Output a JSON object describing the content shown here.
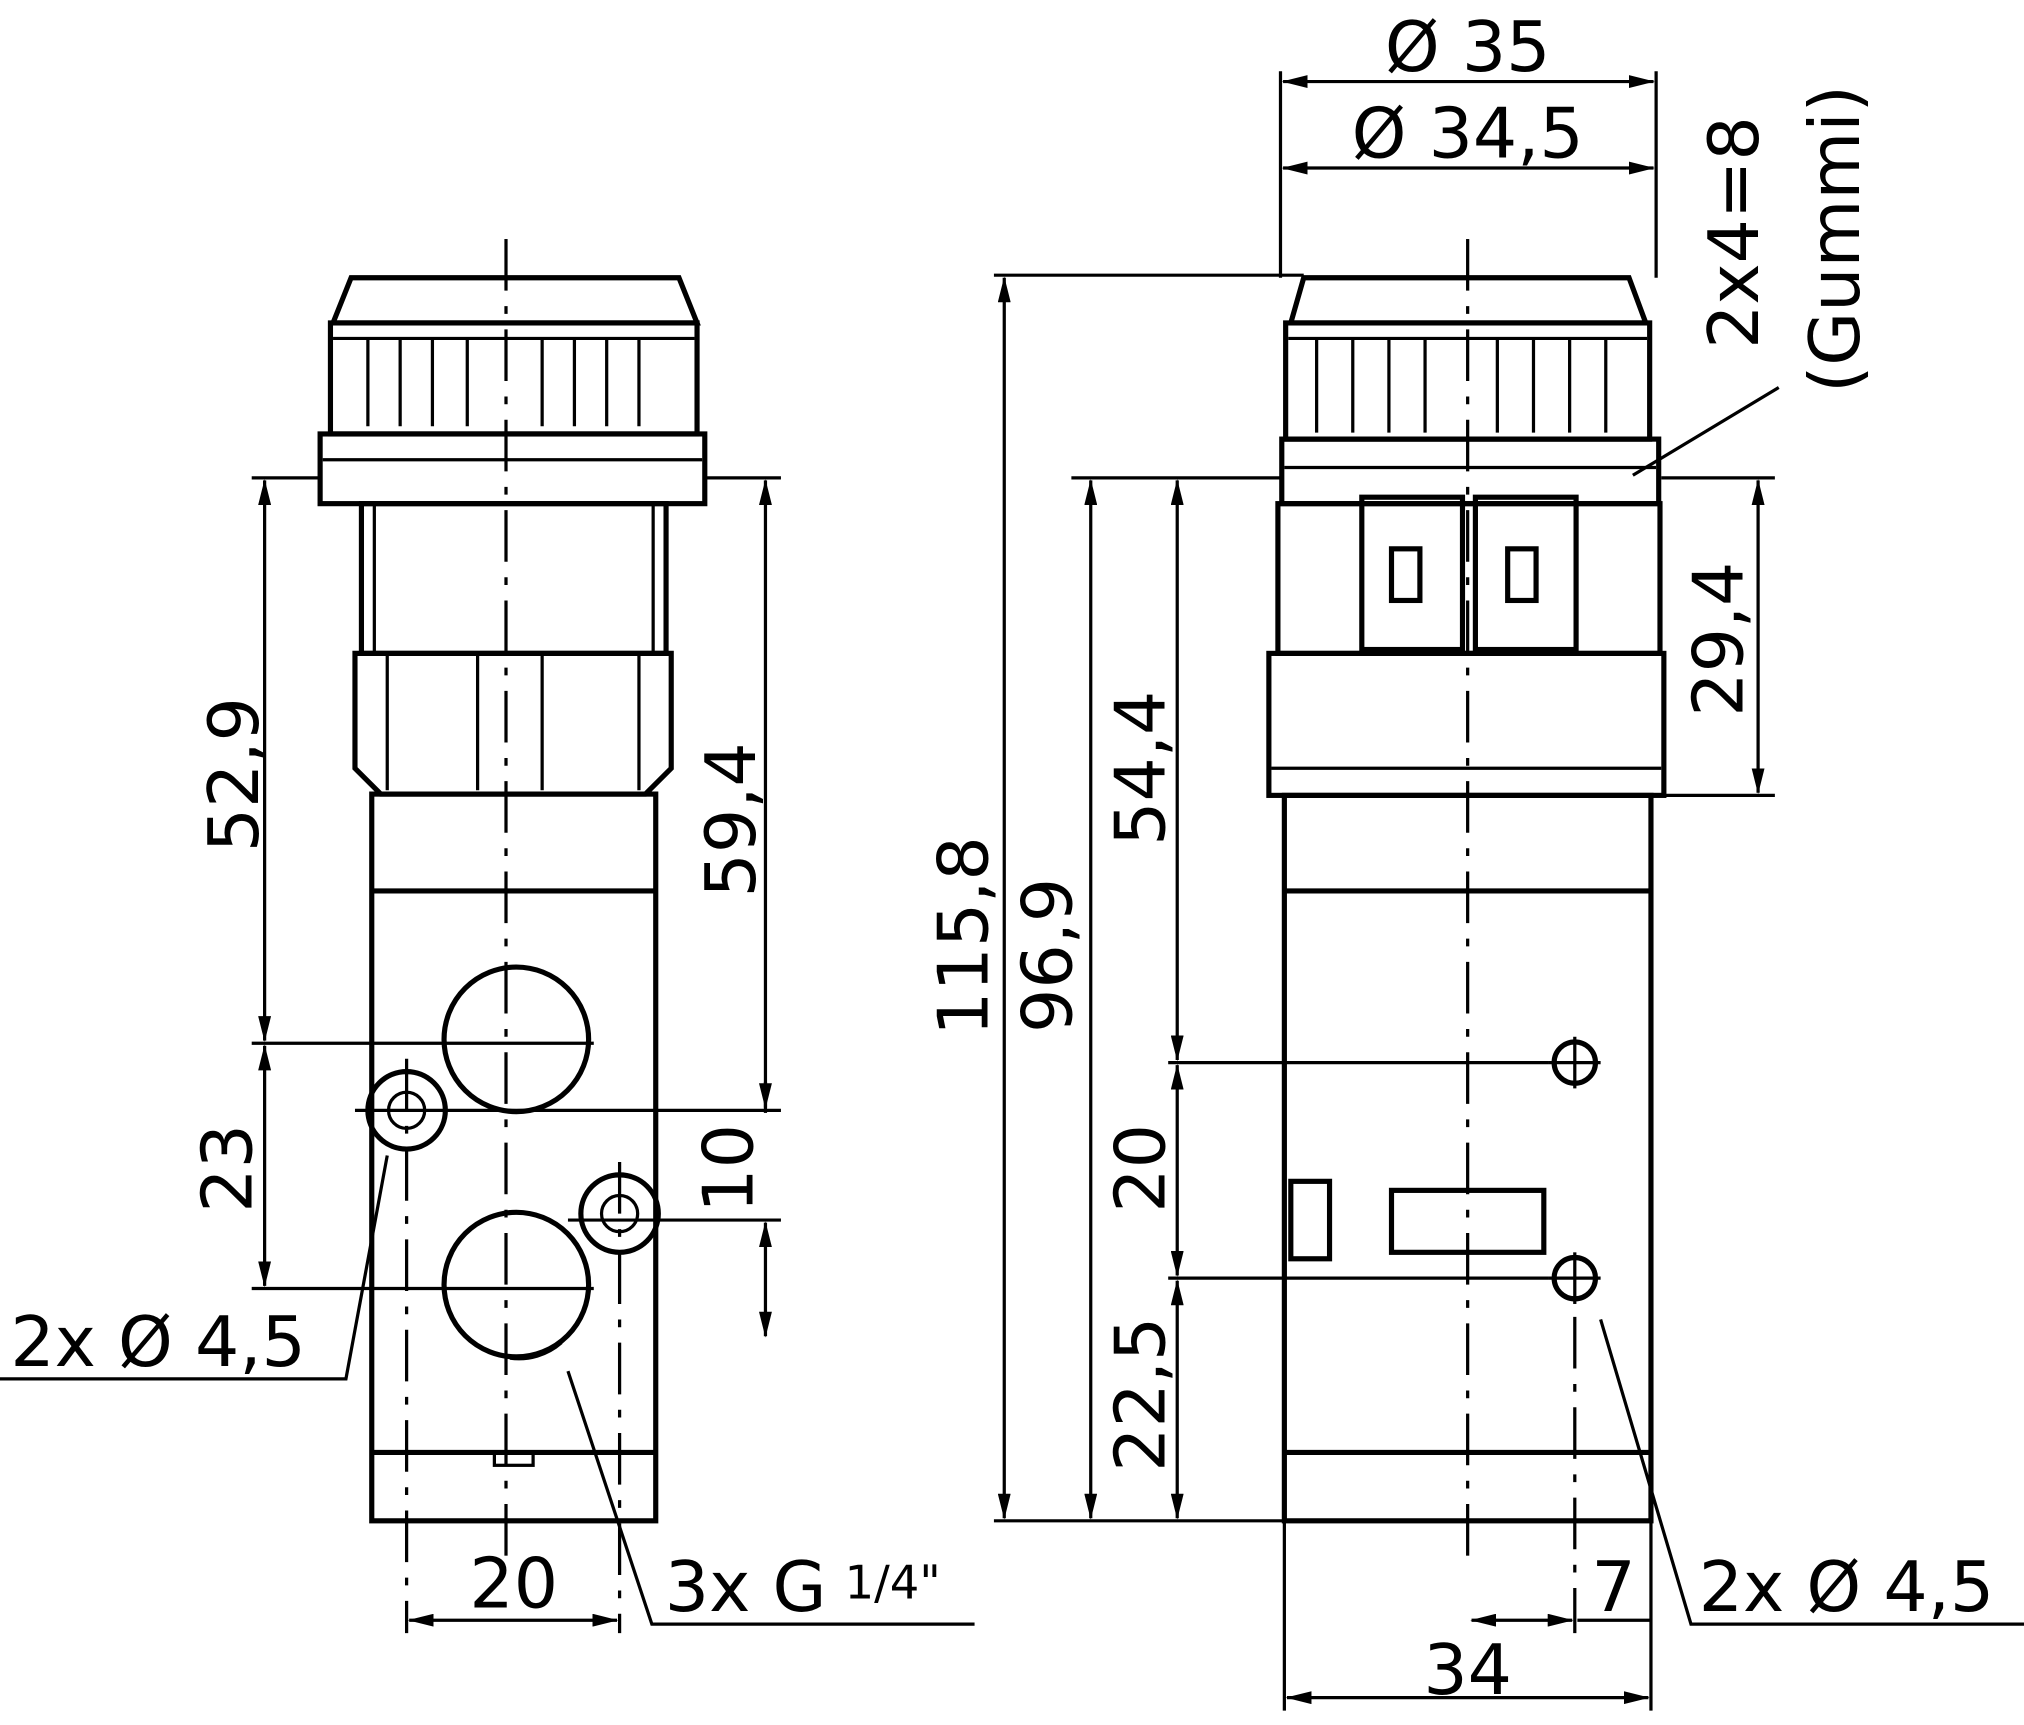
{
  "drawing": {
    "right_view": {
      "dia_outer": "Ø 35",
      "dia_inner": "Ø 34,5",
      "rubber_note_size": "2x4=8",
      "rubber_note_material": "(Gummi)",
      "height_total": "115,8",
      "height_body": "96,9",
      "height_upper": "54,4",
      "height_collar": "29,4",
      "hole_spacing": "20",
      "hole_bottom": "22,5",
      "hole_offset": "7",
      "width": "34",
      "holes_note": "2x Ø 4,5"
    },
    "left_view": {
      "height_a": "52,9",
      "height_b": "59,4",
      "port_spacing": "23",
      "hole_offset_v": "10",
      "holes_note": "2x Ø 4,5",
      "hole_spacing_h": "20",
      "ports_note": "3x G",
      "ports_fraction": "1/4\""
    }
  }
}
